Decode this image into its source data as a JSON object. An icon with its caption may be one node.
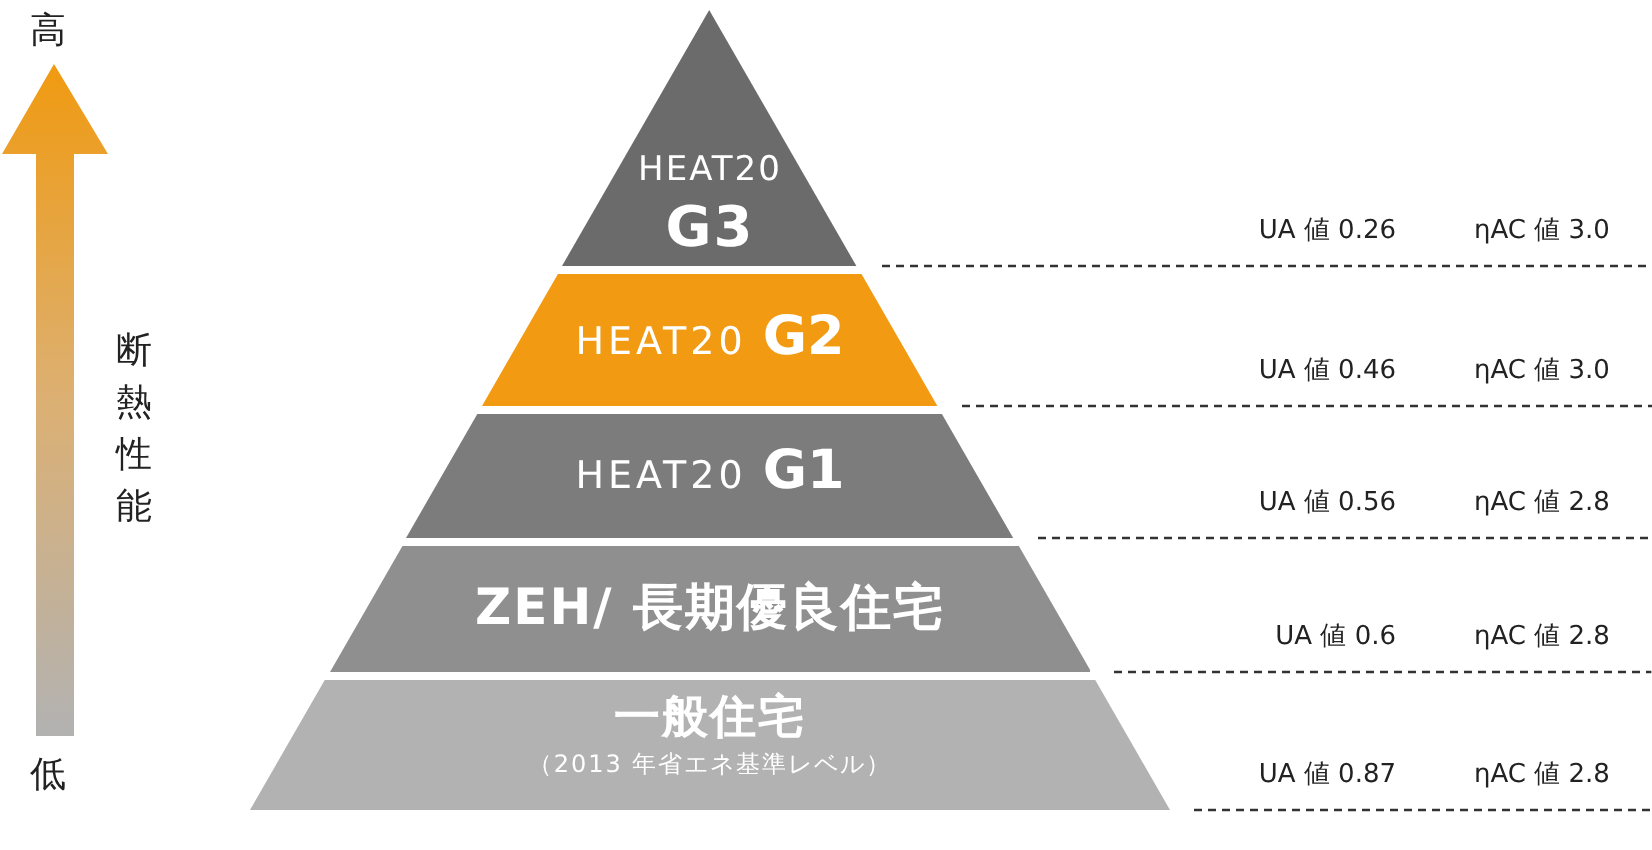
{
  "diagram": {
    "nodes": [
      {
        "text": [
          "HEAT20",
          "G3"
        ],
        "beside": [
          "UA 値 0.26",
          "ηAC 値 3.0"
        ]
      },
      {
        "text": [
          "HEAT20",
          "G2"
        ],
        "beside": [
          "UA 値 0.46",
          "ηAC 値 3.0"
        ]
      },
      {
        "text": [
          "HEAT20",
          "G1"
        ],
        "beside": [
          "UA 値 0.56",
          "ηAC 値 2.8"
        ]
      },
      {
        "text": [
          "ZEH/ 長期優良住宅"
        ],
        "beside": [
          "UA 値 0.6",
          "ηAC 値 2.8"
        ]
      },
      {
        "text": [
          "一般住宅",
          "（2013 年省エネ基準レベル）"
        ],
        "beside": [
          "UA 値 0.87",
          "ηAC 値 2.8"
        ]
      }
    ],
    "labels": [
      "高",
      "断熱性能",
      "低"
    ]
  }
}
